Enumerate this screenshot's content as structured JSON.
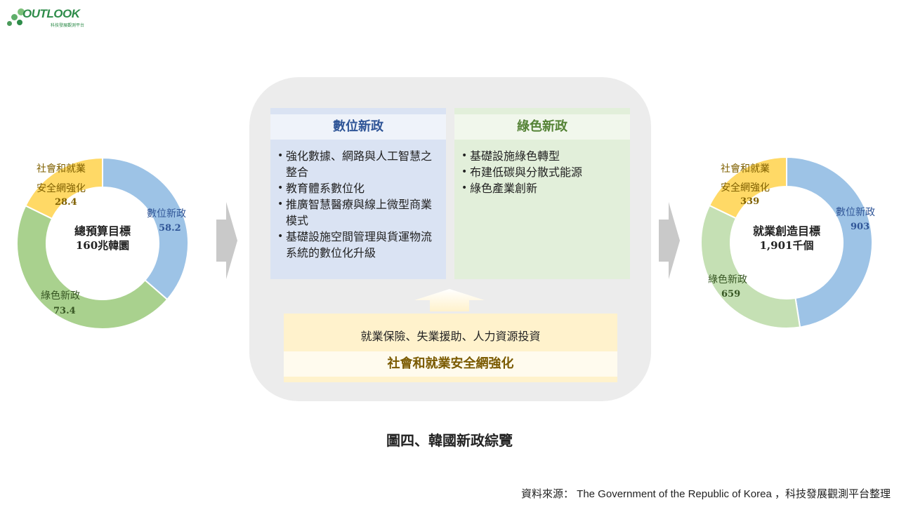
{
  "logo": {
    "text": "OUTLOOK",
    "subtitle": "科技發展觀測平台"
  },
  "colors": {
    "digital": "#9dc3e6",
    "green": "#a9d18e",
    "green_light": "#c5e0b4",
    "social": "#ffd966",
    "digital_text": "#2f5597",
    "green_text": "#548235",
    "social_text": "#7f6000"
  },
  "chart_data": [
    {
      "type": "pie",
      "center_title": "總預算目標",
      "center_value": "160兆韓圜",
      "slices": [
        {
          "name": "數位新政",
          "value": 58.2,
          "value_label": "58.2"
        },
        {
          "name": "綠色新政",
          "value": 73.4,
          "value_label": "73.4"
        },
        {
          "name": "社會和就業安全網強化",
          "name_line1": "社會和就業",
          "name_line2": "安全網強化",
          "value": 28.4,
          "value_label": "28.4"
        }
      ]
    },
    {
      "type": "pie",
      "center_title": "就業創造目標",
      "center_value": "1,901千個",
      "slices": [
        {
          "name": "數位新政",
          "value": 903,
          "value_label": "903"
        },
        {
          "name": "綠色新政",
          "value": 659,
          "value_label": "659"
        },
        {
          "name": "社會和就業安全網強化",
          "name_line1": "社會和就業",
          "name_line2": "安全網強化",
          "value": 339,
          "value_label": "339"
        }
      ]
    }
  ],
  "digital_box": {
    "title": "數位新政",
    "items": [
      "強化數據、網路與人工智慧之整合",
      "教育體系數位化",
      "推廣智慧醫療與線上微型商業模式",
      "基礎設施空間管理與貨運物流系統的數位化升級"
    ]
  },
  "green_box": {
    "title": "綠色新政",
    "items": [
      "基礎設施綠色轉型",
      "布建低碳與分散式能源",
      "綠色產業創新"
    ]
  },
  "social_box": {
    "items_text": "就業保險、失業援助、人力資源投資",
    "title": "社會和就業安全網強化"
  },
  "caption": "圖四、韓國新政綜覽",
  "source": "資料來源： The Government of the Republic of Korea ，科技發展觀測平台整理"
}
